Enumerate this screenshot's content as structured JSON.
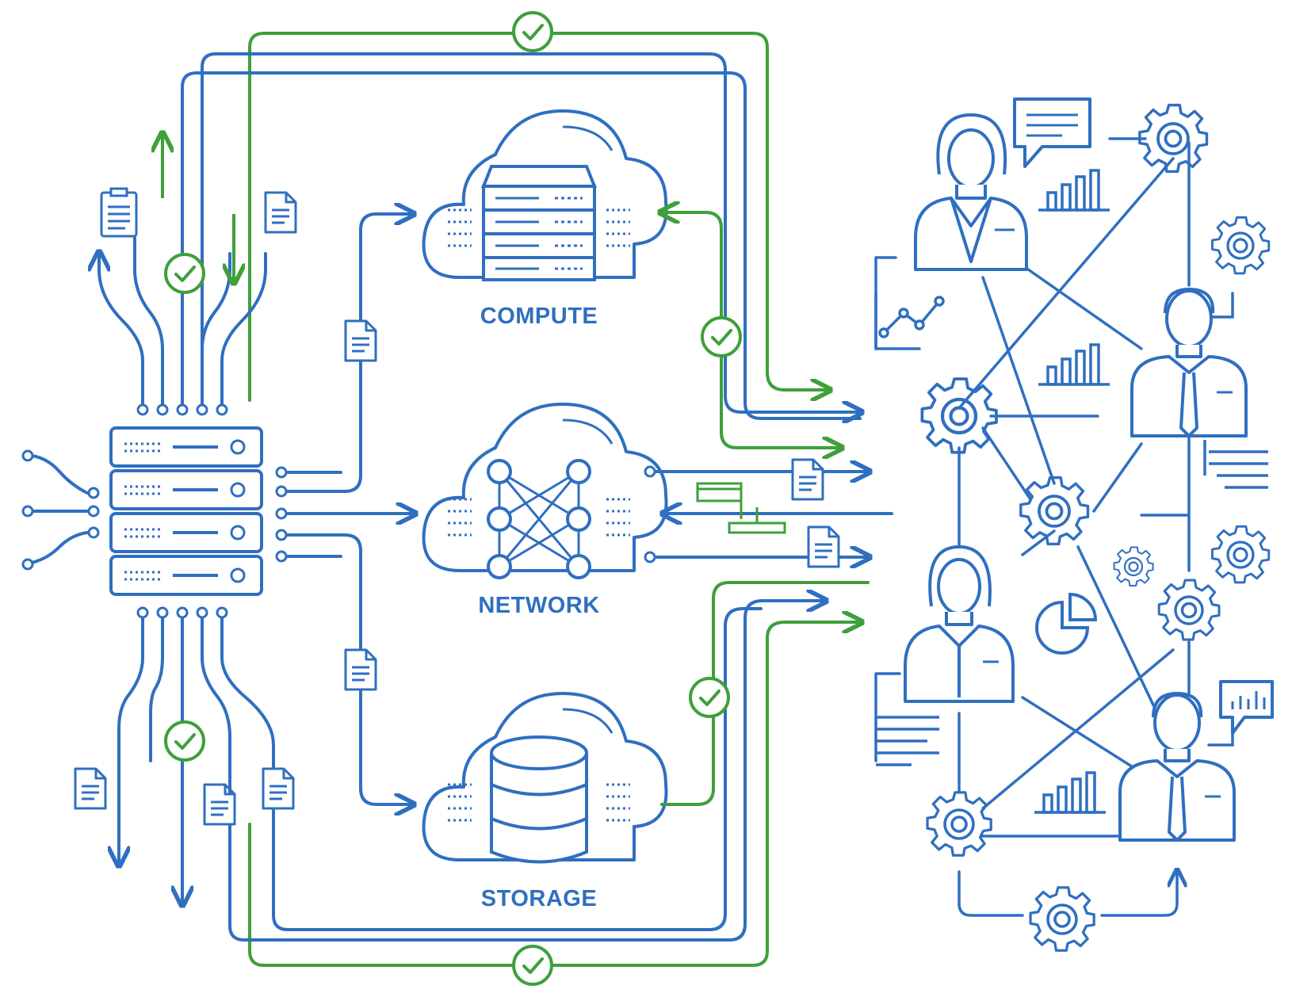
{
  "labels": {
    "compute": "COMPUTE",
    "network": "NETWORK",
    "storage": "STORAGE"
  },
  "colors": {
    "blue": "#2f6fc0",
    "green": "#3ea03a",
    "background": "#ffffff"
  },
  "icons": {
    "server_rack": "server-rack-icon",
    "cloud": "cloud-icon",
    "database": "database-icon",
    "network_topology": "network-topology-icon",
    "document": "document-icon",
    "check": "check-circle-icon",
    "gear": "gear-icon",
    "person": "person-icon",
    "bar_chart": "bar-chart-icon",
    "chat": "chat-bubble-icon",
    "pie_chart": "pie-chart-icon",
    "line_chart": "line-chart-icon"
  }
}
